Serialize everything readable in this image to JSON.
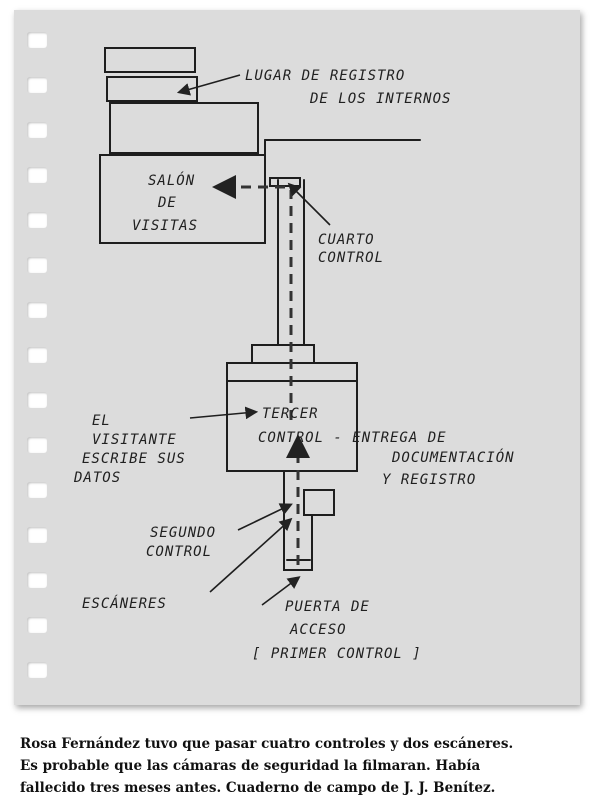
{
  "diagram": {
    "labels": {
      "lugar_line1": "LUGAR DE REGISTRO",
      "lugar_line2": "DE LOS INTERNOS",
      "salon_line1": "SALÓN",
      "salon_line2": "DE",
      "salon_line3": "VISITAS",
      "cuarto_line1": "CUARTO",
      "cuarto_line2": "CONTROL",
      "tercer_line1": "TERCER",
      "tercer_line2": "CONTROL - ENTREGA DE",
      "doc_line1": "DOCUMENTACIÓN",
      "doc_line2": "Y REGISTRO",
      "visitante_line1": "EL",
      "visitante_line2": "VISITANTE",
      "visitante_line3": "ESCRIBE SUS",
      "visitante_line4": "DATOS",
      "segundo_line1": "SEGUNDO",
      "segundo_line2": "CONTROL",
      "escaneres": "ESCÁNERES",
      "puerta_line1": "PUERTA DE",
      "puerta_line2": "ACCESO",
      "puerta_line3": "[ PRIMER CONTROL ]"
    }
  },
  "caption": {
    "line1": "Rosa Fernández tuvo que pasar cuatro controles y dos escáneres.",
    "line2": "Es probable que las cámaras de seguridad la filmaran. Había",
    "line3": "fallecido tres meses antes. Cuaderno de campo de J. J. Benítez."
  }
}
